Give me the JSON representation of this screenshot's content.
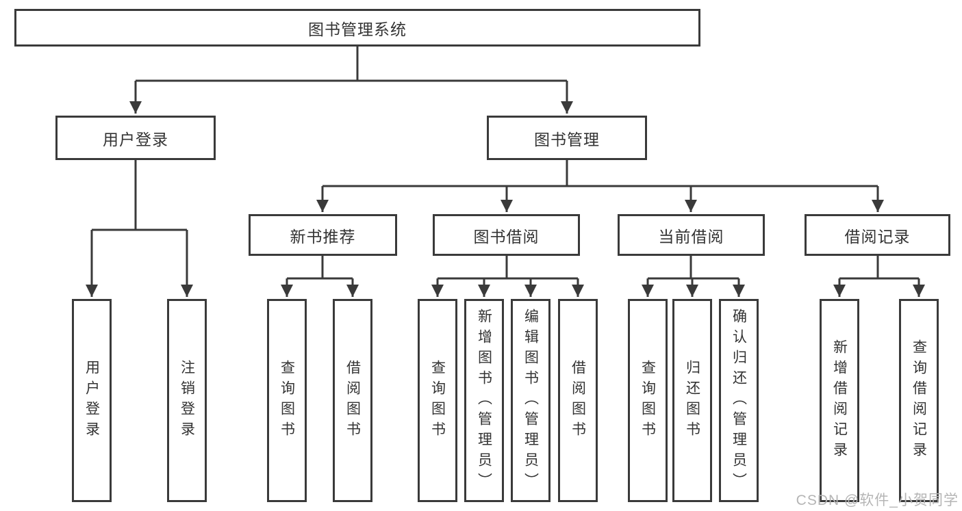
{
  "diagram": {
    "root": {
      "label": "图书管理系统"
    },
    "level2": [
      {
        "label": "用户登录",
        "children": [
          {
            "label": "用户登录"
          },
          {
            "label": "注销登录"
          }
        ]
      },
      {
        "label": "图书管理",
        "children": [
          {
            "label": "新书推荐",
            "children": [
              {
                "label": "查询图书"
              },
              {
                "label": "借阅图书"
              }
            ]
          },
          {
            "label": "图书借阅",
            "children": [
              {
                "label": "查询图书"
              },
              {
                "label": "新增图书（管理员）"
              },
              {
                "label": "编辑图书（管理员）"
              },
              {
                "label": "借阅图书"
              }
            ]
          },
          {
            "label": "当前借阅",
            "children": [
              {
                "label": "查询图书"
              },
              {
                "label": "归还图书"
              },
              {
                "label": "确认归还（管理员）"
              }
            ]
          },
          {
            "label": "借阅记录",
            "children": [
              {
                "label": "新增借阅记录"
              },
              {
                "label": "查询借阅记录"
              }
            ]
          }
        ]
      }
    ]
  },
  "watermark": "CSDN @软件_小贺同学",
  "colors": {
    "line": "#3a3a3a",
    "text": "#333333",
    "watermark": "#b5b5b5",
    "background": "#ffffff"
  }
}
